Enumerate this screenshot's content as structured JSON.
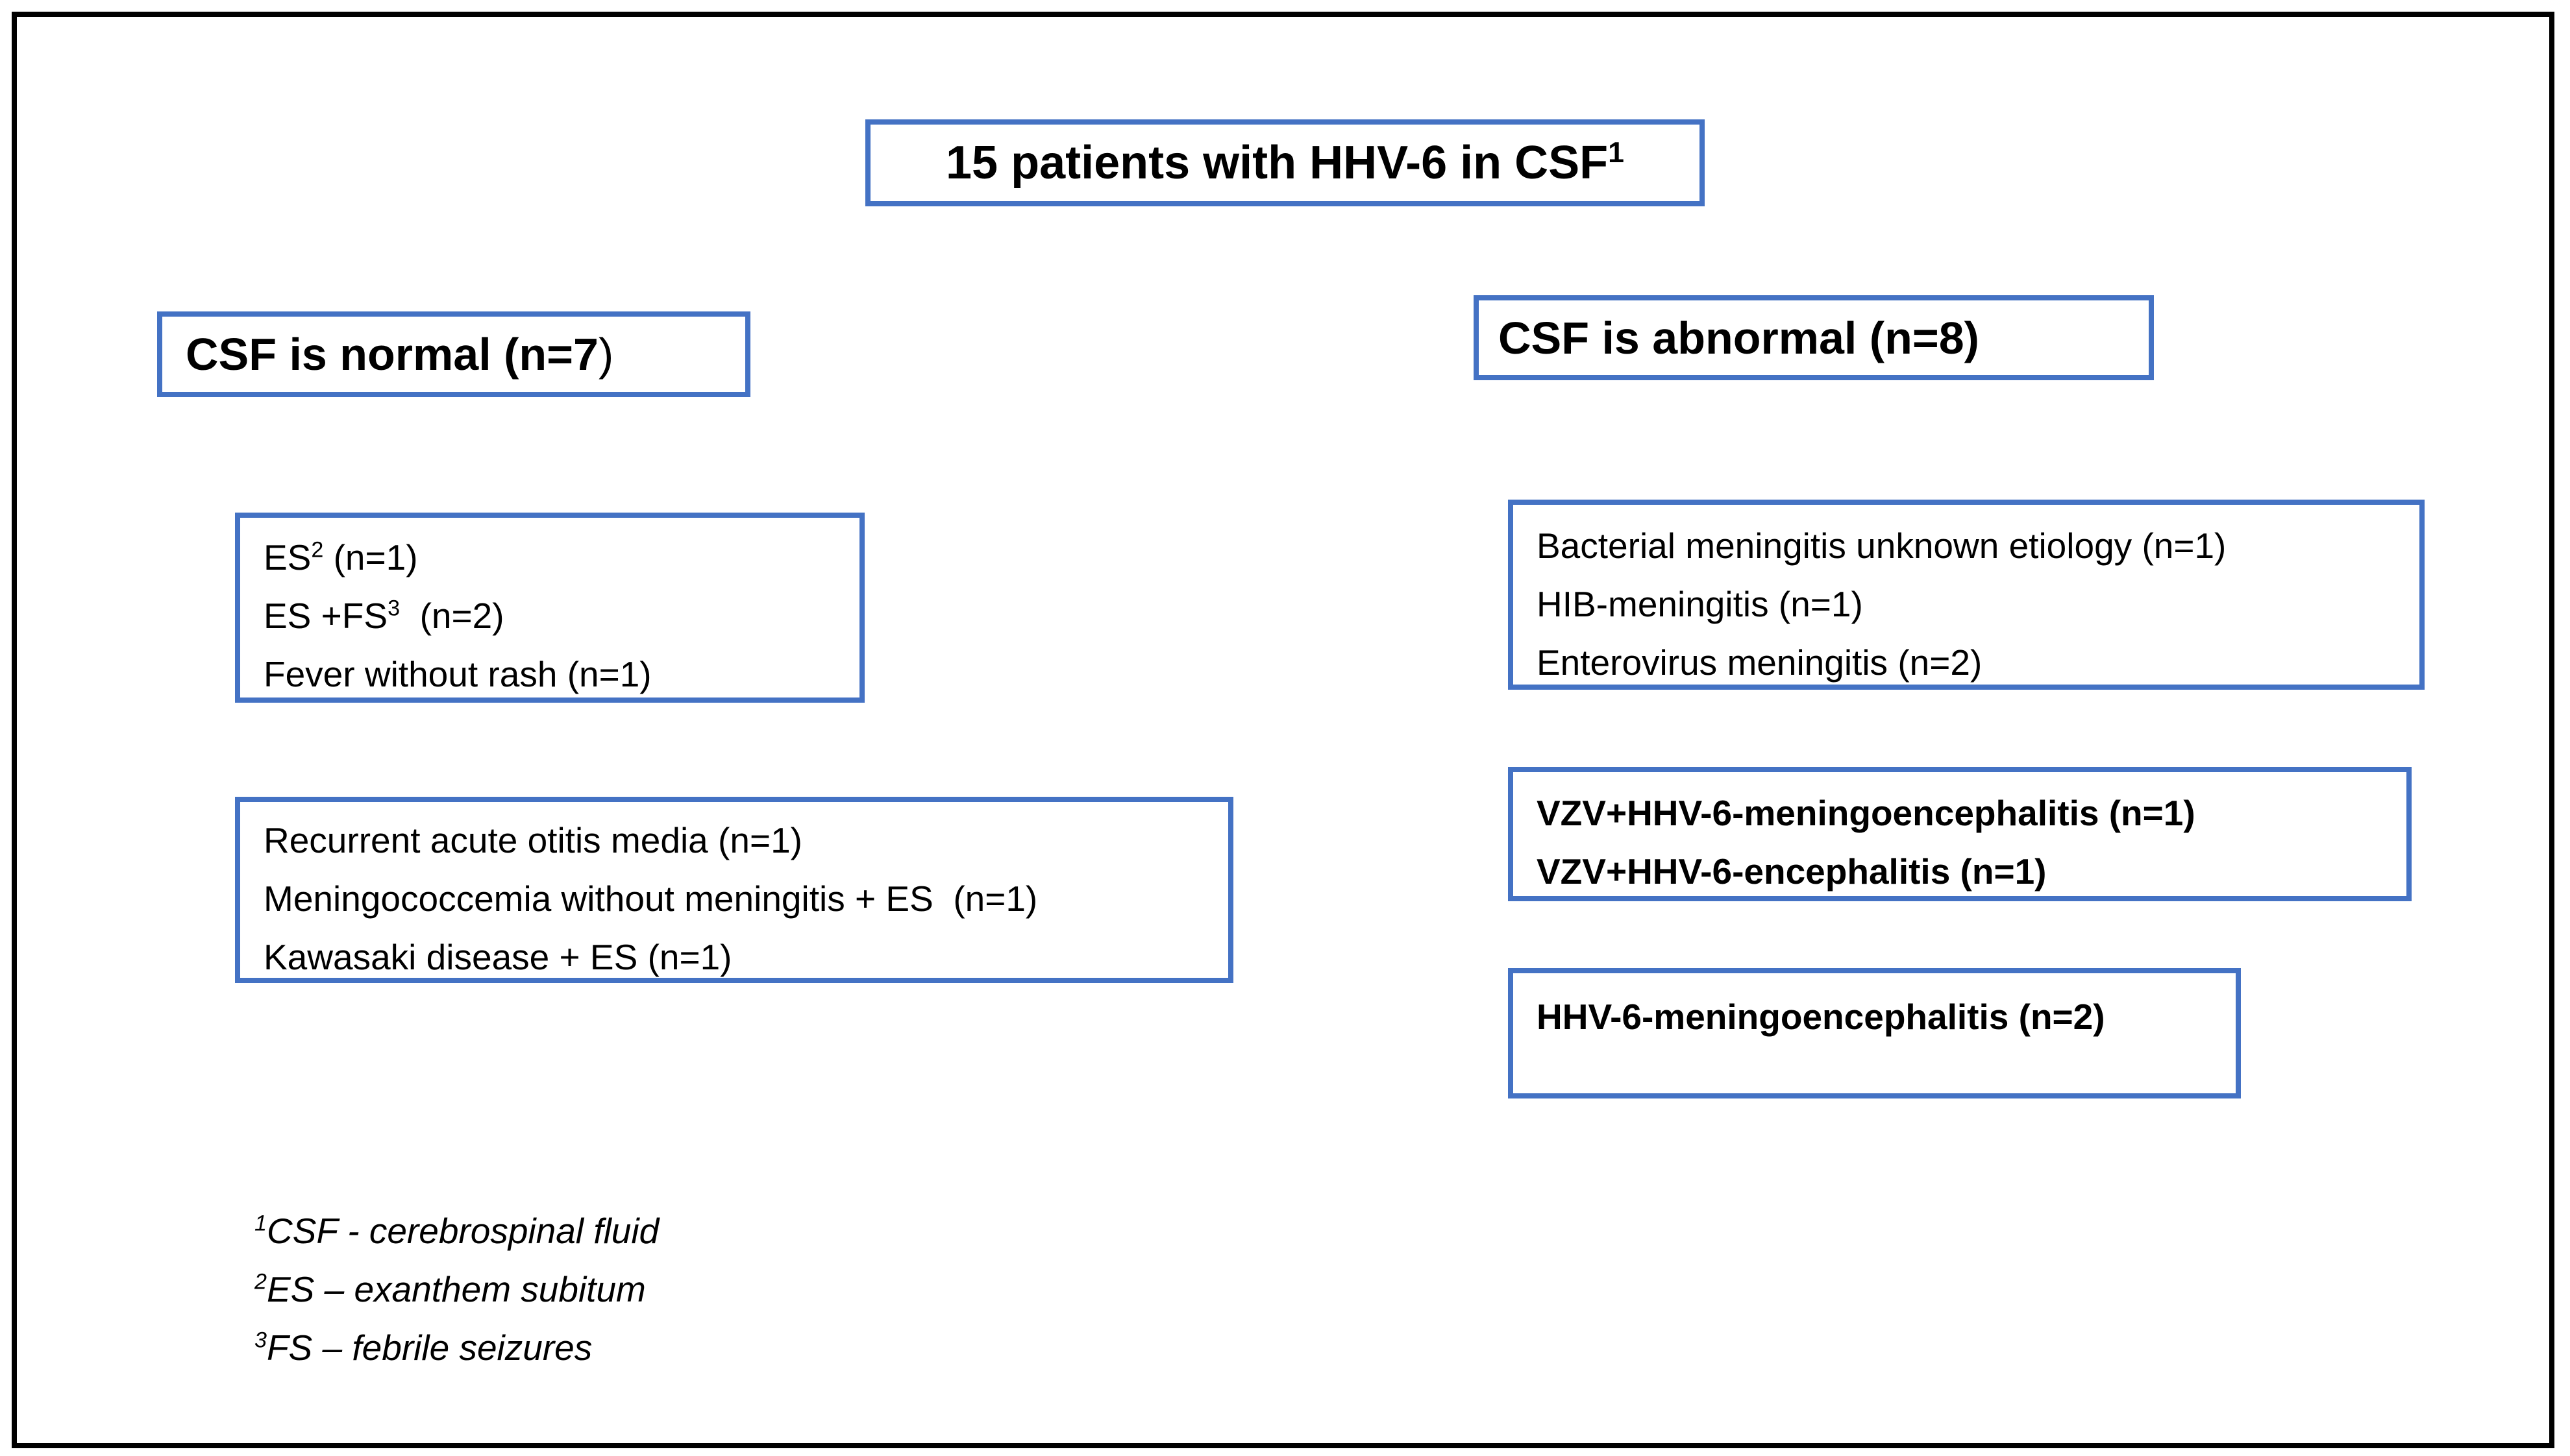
{
  "colors": {
    "box_border": "#4472C4",
    "outer_border": "#000000",
    "text": "#000000",
    "background": "#FFFFFF"
  },
  "title": {
    "text": "15 patients with HHV-6 in CSF",
    "sup": "1"
  },
  "left_column": {
    "header": {
      "bold": "CSF is normal (n=7",
      "tail": ")"
    },
    "box1": {
      "lines": [
        {
          "pre": "ES",
          "sup": "2",
          "post": " (n=1)"
        },
        {
          "pre": "ES +FS",
          "sup": "3",
          "post": "  (n=2)"
        },
        {
          "pre": "Fever without rash (n=1)",
          "sup": "",
          "post": ""
        }
      ]
    },
    "box2": {
      "lines": [
        "Recurrent acute otitis media (n=1)",
        "Meningococcemia without meningitis + ES  (n=1)",
        "Kawasaki disease + ES (n=1)"
      ]
    }
  },
  "right_column": {
    "header": {
      "bold": "CSF is abnormal (n=8)"
    },
    "box1": {
      "lines": [
        "Bacterial meningitis unknown etiology (n=1)",
        "HIB-meningitis (n=1)",
        "Enterovirus meningitis (n=2)"
      ]
    },
    "box2": {
      "lines": [
        "VZV+HHV-6-meningoencephalitis (n=1)",
        "VZV+HHV-6-encephalitis (n=1)"
      ]
    },
    "box3": {
      "lines": [
        "HHV-6-meningoencephalitis (n=2)"
      ]
    }
  },
  "footnotes": [
    {
      "sup": "1",
      "text": "CSF - cerebrospinal fluid"
    },
    {
      "sup": "2",
      "text": "ES – exanthem subitum"
    },
    {
      "sup": "3",
      "text": "FS – febrile seizures"
    }
  ]
}
